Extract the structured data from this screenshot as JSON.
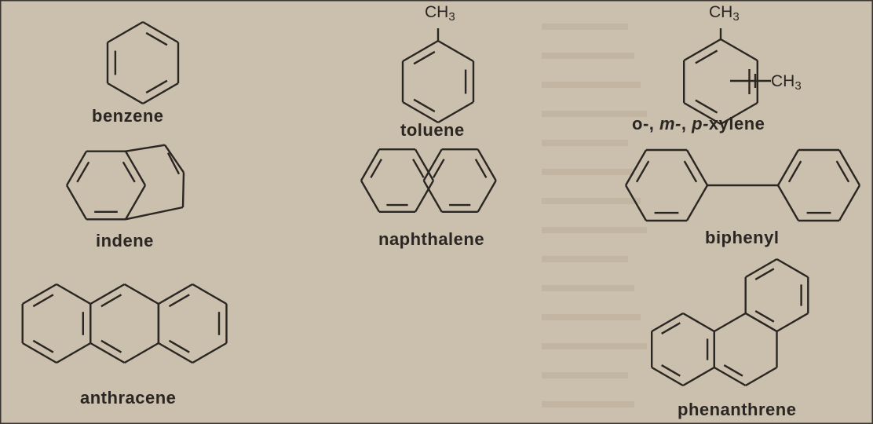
{
  "figure": {
    "background": "#c9bca9",
    "ink": "#2a2622",
    "compounds": [
      {
        "name": "benzene"
      },
      {
        "name": "toluene",
        "substituent": "CH3"
      },
      {
        "name": "xylene",
        "label_parts": [
          "o-, ",
          "m-",
          ", ",
          "p-",
          "xylene"
        ],
        "substituents": [
          "CH3",
          "CH3"
        ]
      },
      {
        "name": "indene"
      },
      {
        "name": "naphthalene"
      },
      {
        "name": "biphenyl"
      },
      {
        "name": "anthracene"
      },
      {
        "name": "phenanthrene"
      }
    ]
  }
}
